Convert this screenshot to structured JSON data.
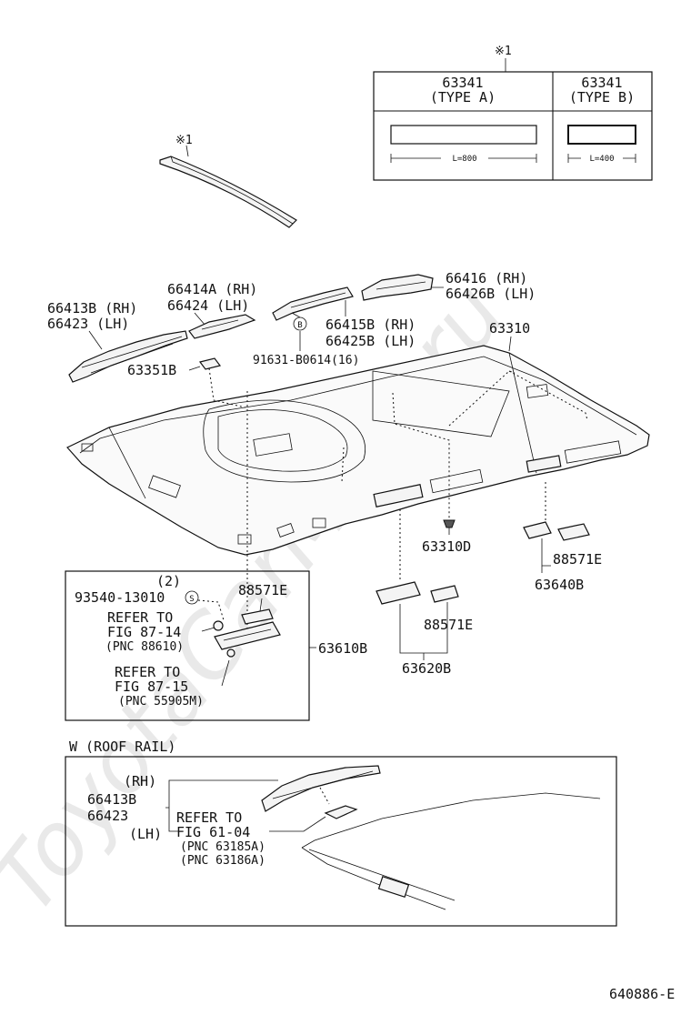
{
  "watermark": "ToyotaCarMine.ru",
  "note_mark": "※1",
  "table": {
    "mark": "※1",
    "col_a": {
      "part": "63341",
      "type": "(TYPE  A)",
      "length": "L=800"
    },
    "col_b": {
      "part": "63341",
      "type": "(TYPE  B)",
      "length": "L=400"
    }
  },
  "labels": {
    "p66413B": "66413B (RH)",
    "p66423": "66423   (LH)",
    "p66414A": "66414A (RH)",
    "p66424": "66424  (LH)",
    "p66416": "66416  (RH)",
    "p66426B": "66426B (LH)",
    "p66415B": "66415B (RH)",
    "p66425B": "66425B (LH)",
    "bolt_mark": "B",
    "p91631": "91631-B0614(16)",
    "p63351B": "63351B",
    "p63310": "63310",
    "p63310D": "63310D",
    "p88571E_mid": "88571E",
    "p63620B": "63620B",
    "p88571E_right": "88571E",
    "p63640B": "63640B",
    "p63610B": "63610B"
  },
  "inset_box": {
    "qty": "(2)",
    "screw": "93540-13010",
    "screw_mark": "S",
    "lamp": "88571E",
    "ref1": [
      "REFER TO",
      "FIG 87-14",
      "(PNC 88610)"
    ],
    "ref2": [
      "REFER TO",
      "FIG 87-15",
      "(PNC 55905M)"
    ]
  },
  "roof_rail": {
    "title": "W (ROOF RAIL)",
    "rh": "(RH)",
    "part1": "66413B",
    "part2": "66423",
    "lh": "(LH)",
    "ref": [
      "REFER TO",
      "FIG 61-04",
      "(PNC 63185A)",
      "(PNC 63186A)"
    ]
  },
  "figure_code": "640886-E"
}
